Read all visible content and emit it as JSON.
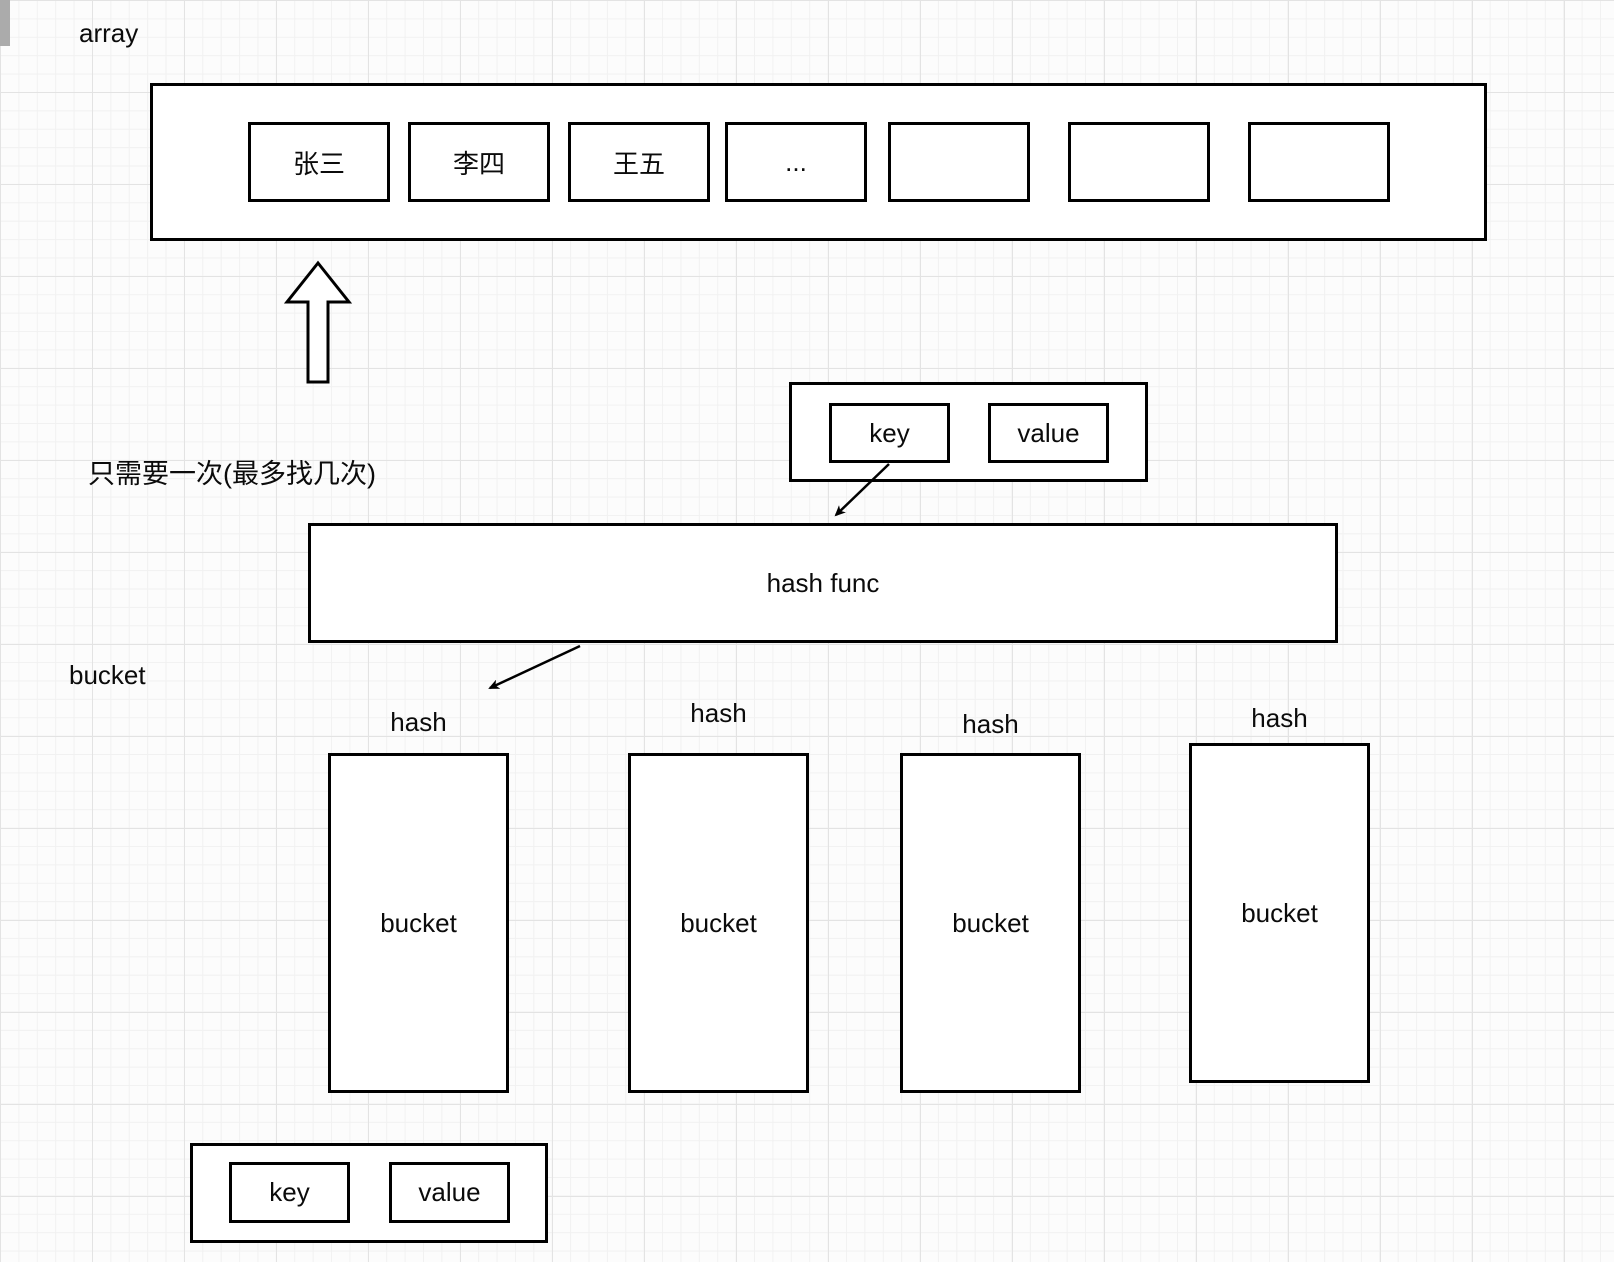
{
  "canvas": {
    "array_label": "array",
    "note": "只需要一次(最多找几次)",
    "bucket_section_label": "bucket"
  },
  "array": {
    "cells": [
      {
        "label": "张三"
      },
      {
        "label": "李四"
      },
      {
        "label": "王五"
      },
      {
        "label": "..."
      },
      {
        "label": ""
      },
      {
        "label": ""
      },
      {
        "label": ""
      }
    ]
  },
  "kv_top": {
    "key_label": "key",
    "value_label": "value"
  },
  "hash_func": {
    "label": "hash func"
  },
  "buckets": [
    {
      "hash_label": "hash",
      "body_label": "bucket"
    },
    {
      "hash_label": "hash",
      "body_label": "bucket"
    },
    {
      "hash_label": "hash",
      "body_label": "bucket"
    },
    {
      "hash_label": "hash",
      "body_label": "bucket"
    }
  ],
  "kv_bottom": {
    "key_label": "key",
    "value_label": "value"
  },
  "colors": {
    "stroke": "#000000",
    "background": "#fcfcfc",
    "grid_minor": "#f1f1f1",
    "grid_major": "#e3e3e3"
  }
}
